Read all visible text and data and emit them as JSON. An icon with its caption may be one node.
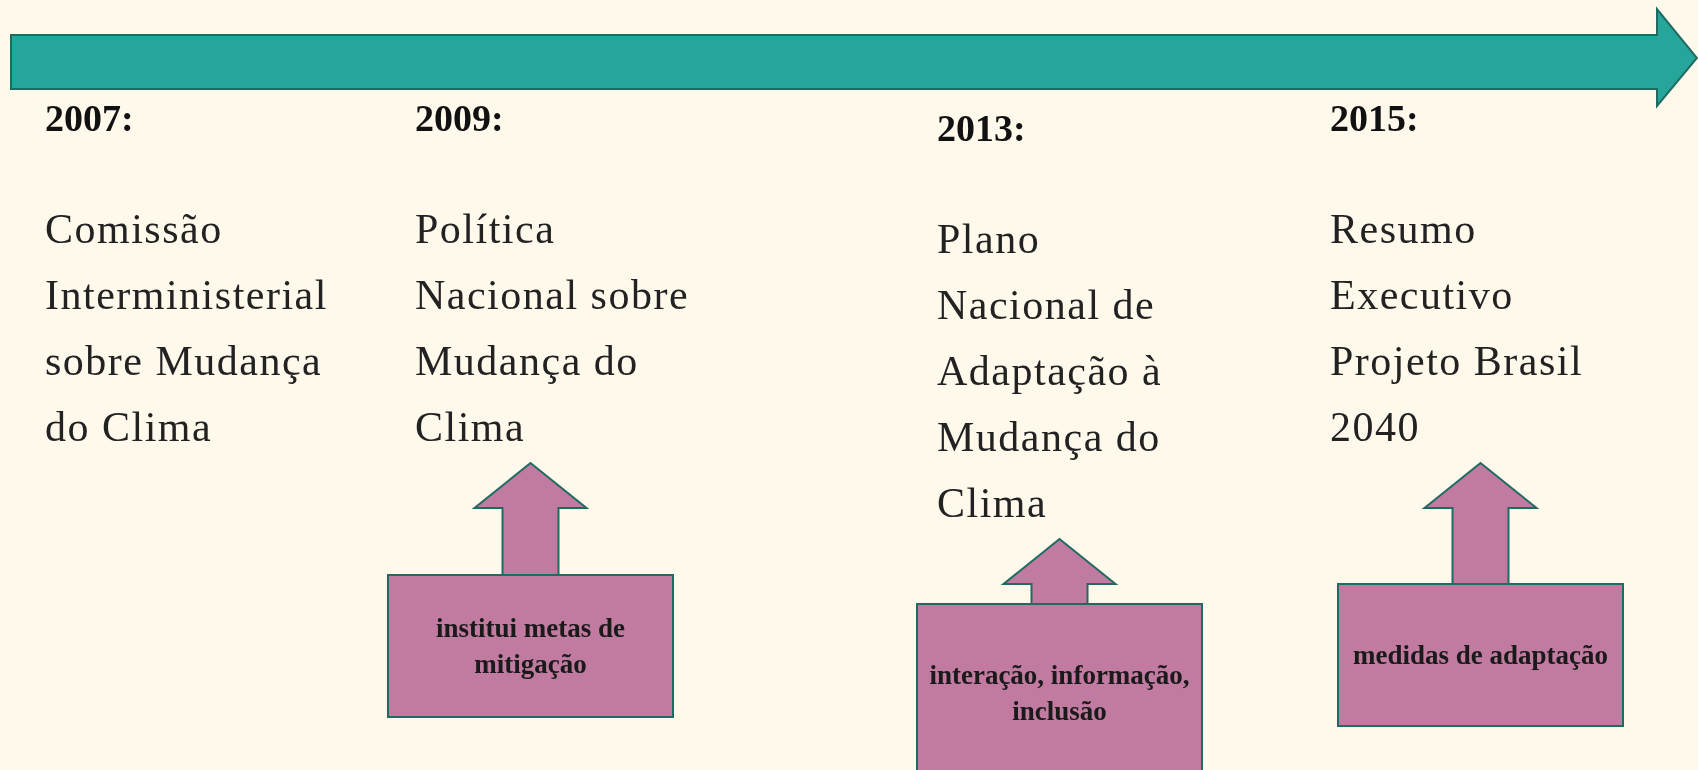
{
  "diagram": {
    "nodes": [
      {
        "text": [
          "2007:",
          "Comissão Interministerial sobre Mudança do Clima"
        ]
      },
      {
        "text": [
          "2009:",
          "Política Nacional sobre Mudança do Clima"
        ]
      },
      {
        "text": [
          "2013:",
          "Plano Nacional de Adaptação à Mudança do Clima"
        ]
      },
      {
        "text": [
          "2015:",
          "Resumo Executivo Projeto Brasil 2040"
        ]
      },
      {
        "text": [
          "institui metas de mitigação"
        ]
      },
      {
        "text": [
          "interação, informação, inclusão"
        ]
      },
      {
        "text": [
          "medidas de adaptação"
        ]
      }
    ],
    "edges": [
      {
        "from": 4,
        "to": 1,
        "arrow": "to"
      },
      {
        "from": 5,
        "to": 2,
        "arrow": "to"
      },
      {
        "from": 6,
        "to": 3,
        "arrow": "to"
      }
    ]
  }
}
